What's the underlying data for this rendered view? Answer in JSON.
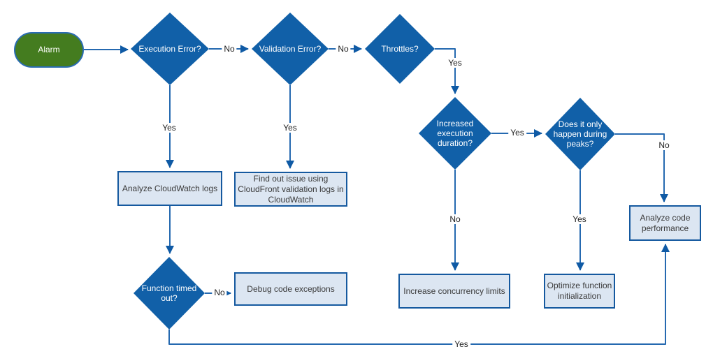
{
  "diagram": {
    "nodes": {
      "alarm": {
        "label": "Alarm",
        "type": "start"
      },
      "execution_error": {
        "label": "Execution Error?",
        "type": "decision"
      },
      "validation_error": {
        "label": "Validation Error?",
        "type": "decision"
      },
      "throttles": {
        "label": "Throttles?",
        "type": "decision"
      },
      "increased_duration": {
        "label": "Increased execution duration?",
        "type": "decision"
      },
      "peaks": {
        "label": "Does it only happen during peaks?",
        "type": "decision"
      },
      "function_timed_out": {
        "label": "Function timed out?",
        "type": "decision"
      },
      "analyze_cloudwatch": {
        "label": "Analyze CloudWatch logs",
        "type": "process"
      },
      "find_out_issue": {
        "label": "Find out issue using CloudFront validation logs in CloudWatch",
        "type": "process"
      },
      "debug_code": {
        "label": "Debug code exceptions",
        "type": "process"
      },
      "increase_concurrency": {
        "label": "Increase concurrency limits",
        "type": "process"
      },
      "optimize_function": {
        "label": "Optimize function initialization",
        "type": "process"
      },
      "analyze_code_perf": {
        "label": "Analyze code performance",
        "type": "process"
      }
    },
    "edges": [
      {
        "from": "alarm",
        "to": "execution_error",
        "label": ""
      },
      {
        "from": "execution_error",
        "to": "validation_error",
        "label": "No"
      },
      {
        "from": "execution_error",
        "to": "analyze_cloudwatch",
        "label": "Yes"
      },
      {
        "from": "validation_error",
        "to": "throttles",
        "label": "No"
      },
      {
        "from": "validation_error",
        "to": "find_out_issue",
        "label": "Yes"
      },
      {
        "from": "throttles",
        "to": "increased_duration",
        "label": "Yes"
      },
      {
        "from": "increased_duration",
        "to": "peaks",
        "label": "Yes"
      },
      {
        "from": "increased_duration",
        "to": "increase_concurrency",
        "label": "No"
      },
      {
        "from": "peaks",
        "to": "optimize_function",
        "label": "Yes"
      },
      {
        "from": "peaks",
        "to": "analyze_code_perf",
        "label": "No"
      },
      {
        "from": "analyze_cloudwatch",
        "to": "function_timed_out",
        "label": ""
      },
      {
        "from": "function_timed_out",
        "to": "debug_code",
        "label": "No"
      },
      {
        "from": "function_timed_out",
        "to": "analyze_code_perf",
        "label": "Yes"
      }
    ],
    "colors": {
      "decision_fill": "#1160a8",
      "start_fill": "#447c1f",
      "start_border": "#2a6cb3",
      "process_fill": "#dce6f2",
      "process_border": "#15599f",
      "line": "#2569b0",
      "arrowhead": "#0f5aa5",
      "node_text_light": "#ffffff",
      "node_text_dark": "#3a3a3a",
      "edge_label_text": "#222222"
    }
  }
}
